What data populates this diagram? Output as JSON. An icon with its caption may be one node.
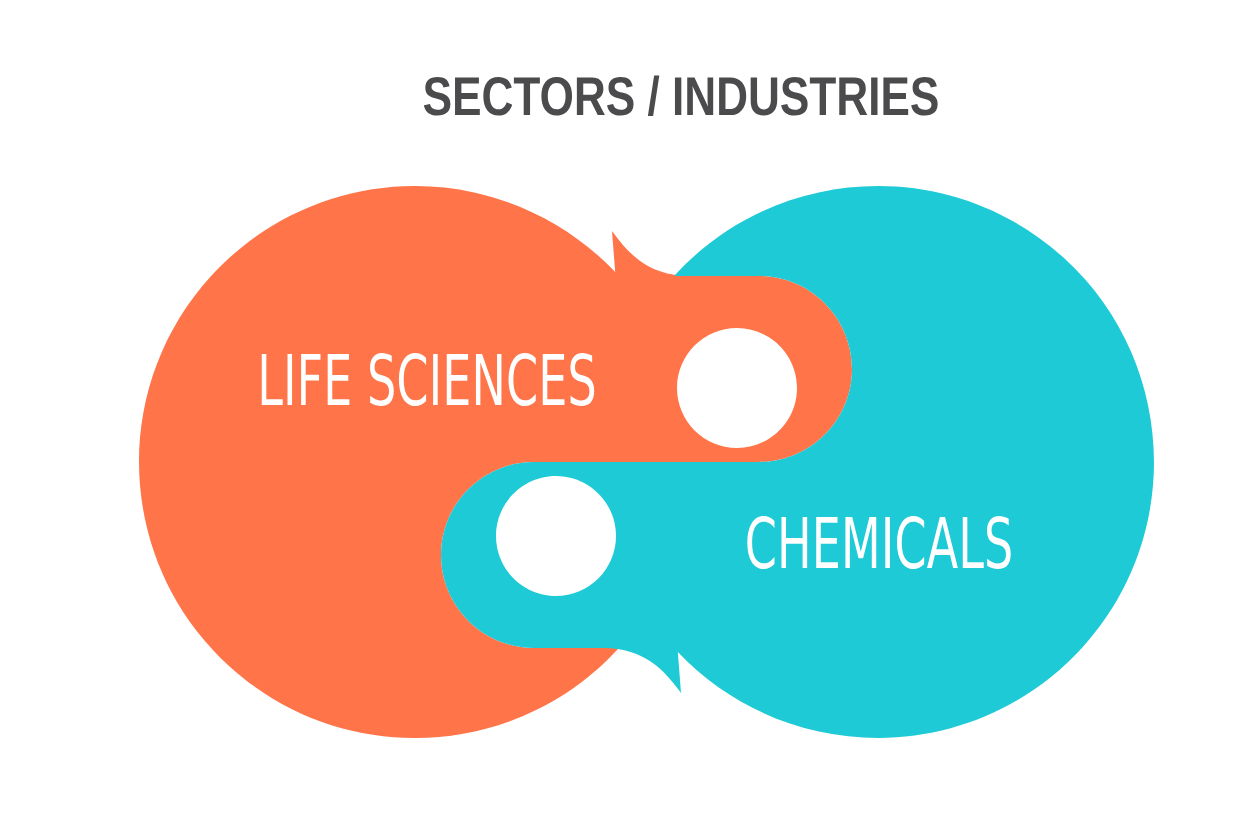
{
  "diagram": {
    "title": "SECTORS / INDUSTRIES",
    "nodes": [
      {
        "text": [
          "LIFE SCIENCES"
        ]
      },
      {
        "text": [
          "CHEMICALS"
        ]
      }
    ]
  }
}
